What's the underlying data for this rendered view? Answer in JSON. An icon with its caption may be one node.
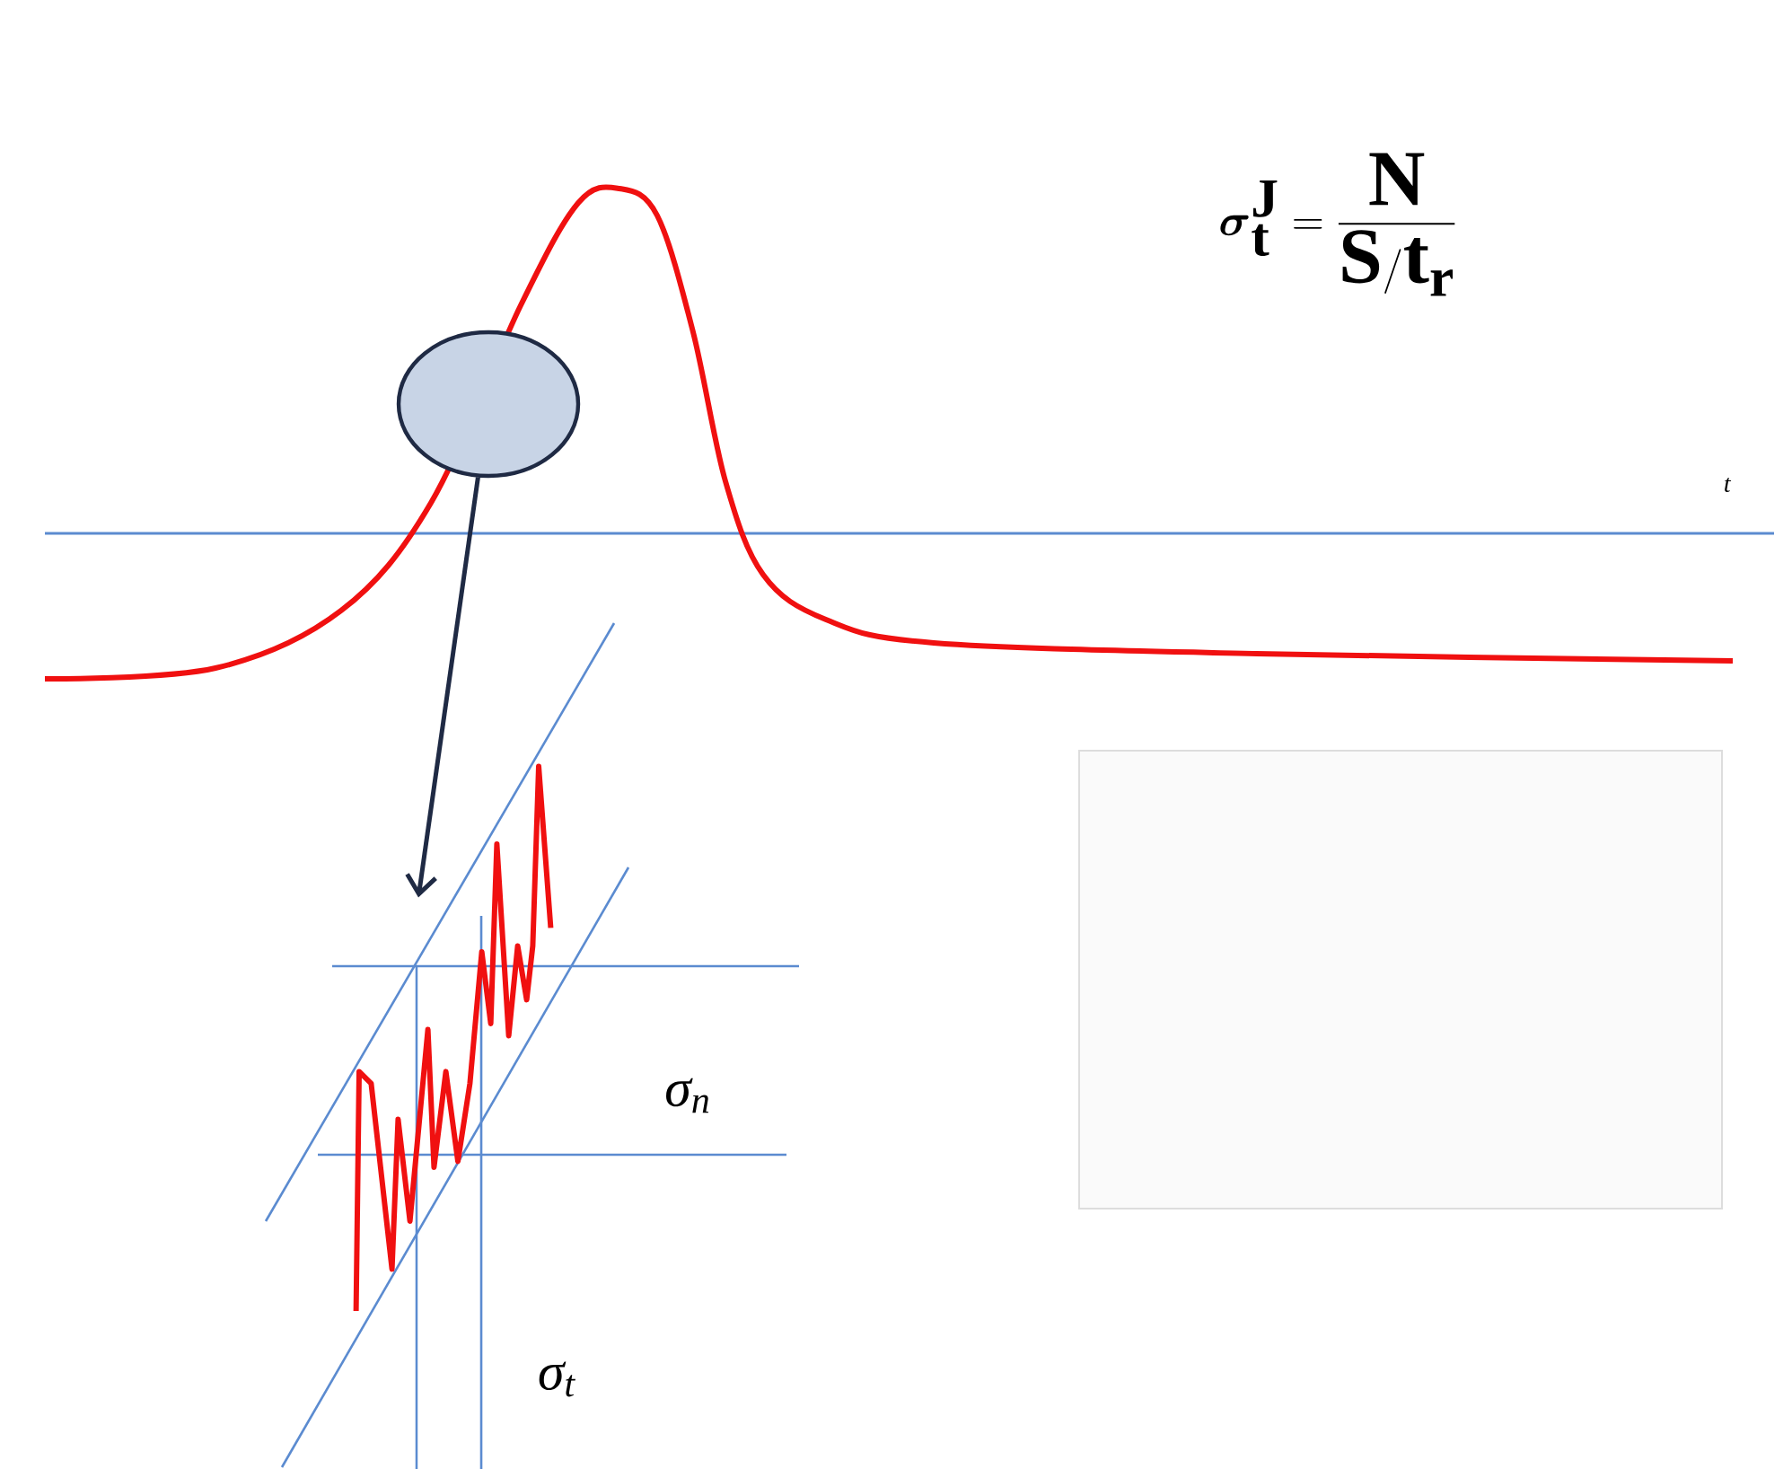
{
  "diagram": {
    "nodes": [
      {
        "text": [],
        "shape": "circle"
      },
      {
        "text": [],
        "shape": "picture"
      }
    ],
    "edges": [
      {
        "from": 0,
        "to": 1,
        "arrow": "to"
      }
    ],
    "labels": [
      "\\boldsymbol{\\sigma}_{\\mathbf{t}}^{\\mathbf{J}} = \\frac{\\mathbf{N}}{\\mathbf{S/t}_{\\mathbf{r}}}",
      "*t*",
      "σ$_{n}$",
      "σ$_{t}$"
    ]
  }
}
